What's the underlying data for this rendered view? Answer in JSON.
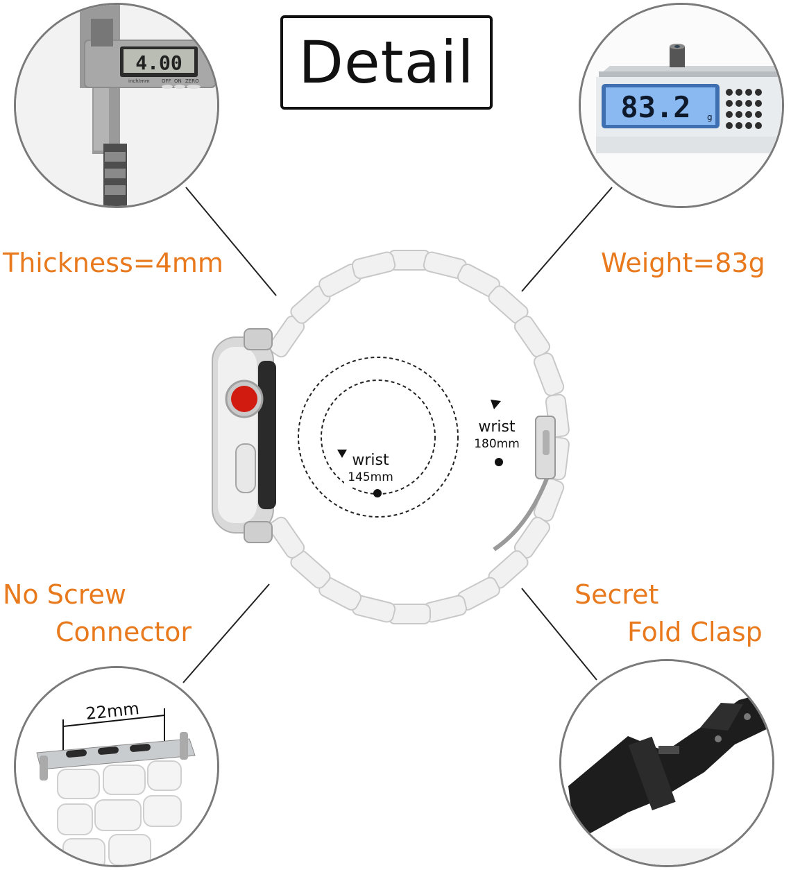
{
  "title": "Detail",
  "labels": {
    "thickness": "Thickness=4mm",
    "weight": "Weight=83g",
    "no_screw_line1": "No Screw",
    "no_screw_line2": "Connector",
    "clasp_line1": "Secret",
    "clasp_line2": "Fold Clasp"
  },
  "caliper_display": "4.00",
  "caliper_small_text": "inch/mm",
  "caliper_buttons": [
    "OFF",
    "ON",
    "ZERO"
  ],
  "scale_display": "83.2",
  "scale_unit": "g",
  "connector_width": "22mm",
  "wrist_small": {
    "word": "wrist",
    "size": "145mm"
  },
  "wrist_large": {
    "word": "wrist",
    "size": "180mm"
  },
  "colors": {
    "accent": "#e8791c",
    "outline": "#7a7a7a",
    "crown": "#d21b10"
  }
}
